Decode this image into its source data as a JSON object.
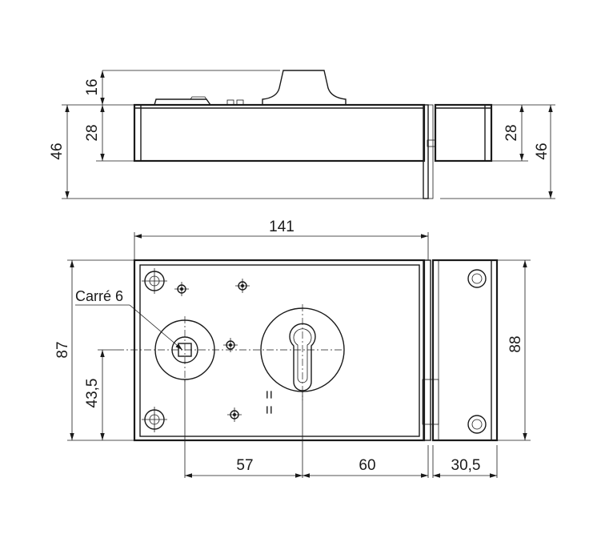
{
  "top_view": {
    "dims": {
      "d16": "16",
      "d28_left": "28",
      "d46_left": "46",
      "d28_right": "28",
      "d46_right": "46"
    }
  },
  "front_view": {
    "dims": {
      "d141": "141",
      "d87": "87",
      "d43_5": "43,5",
      "d88": "88",
      "d57": "57",
      "d60": "60",
      "d30_5": "30,5"
    },
    "callout": "Carré 6",
    "equal_mark": "="
  }
}
